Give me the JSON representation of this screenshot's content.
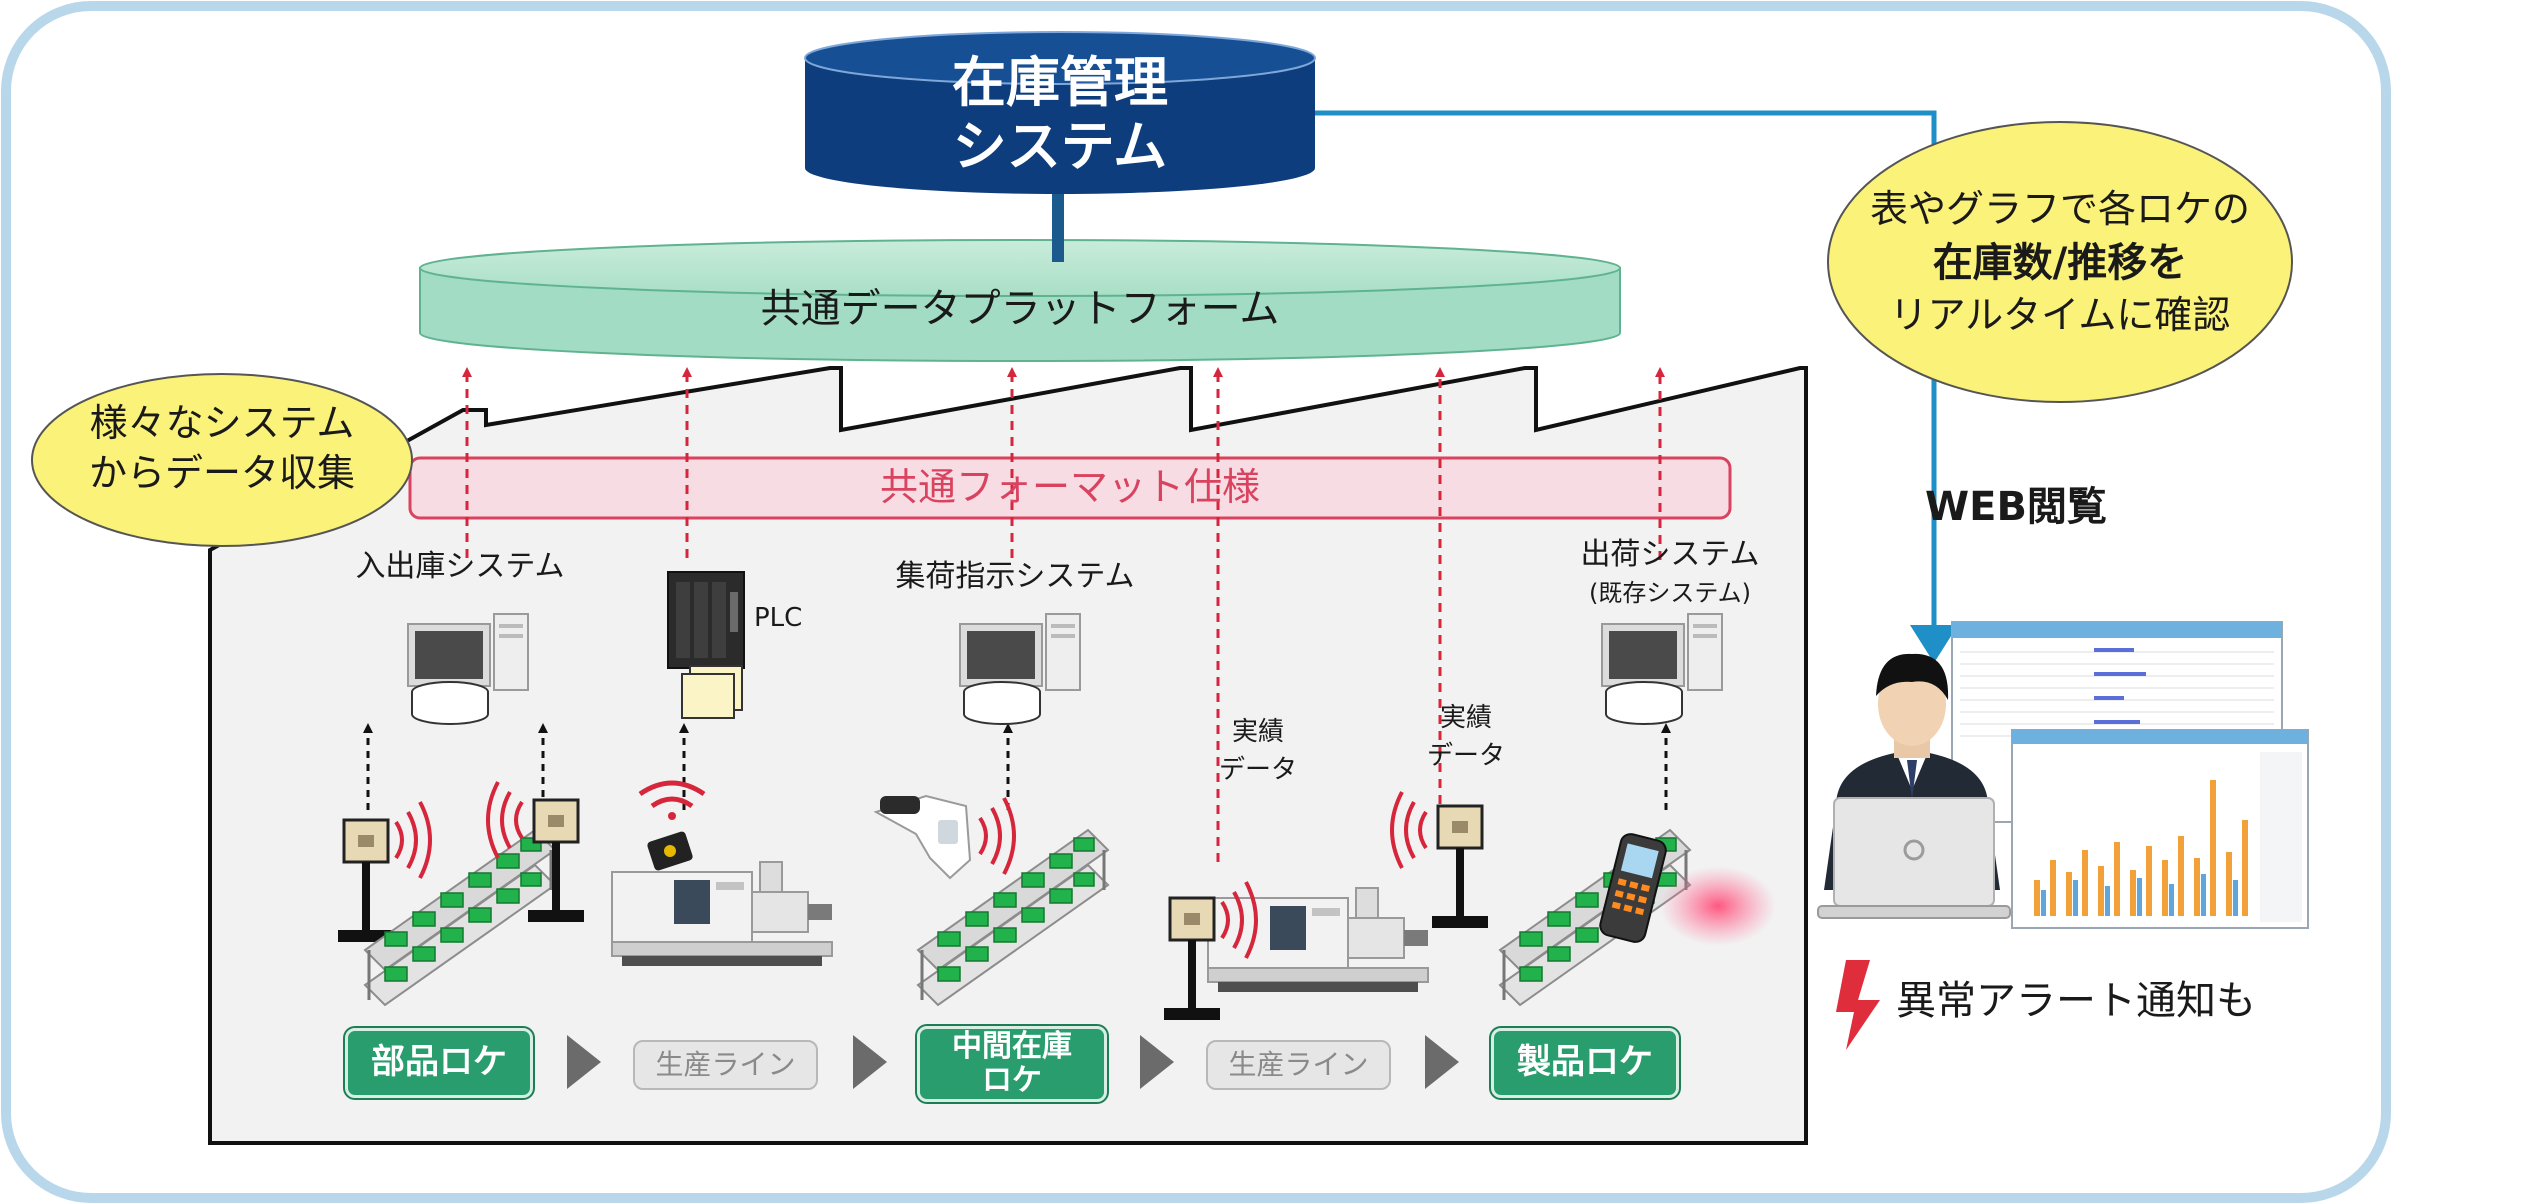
{
  "core": {
    "title_line1": "在庫管理",
    "title_line2": "システム"
  },
  "platform": {
    "label": "共通データプラットフォーム"
  },
  "format": {
    "label": "共通フォーマット仕様"
  },
  "bubbles": {
    "collect_line1": "様々なシステム",
    "collect_line2": "からデータ収集",
    "realtime_line1": "表やグラフで各ロケの",
    "realtime_line2": "在庫数/推移を",
    "realtime_line3": "リアルタイムに確認"
  },
  "systems": {
    "in_out": "入出庫システム",
    "plc": "PLC",
    "picking": "集荷指示システム",
    "shipping_line1": "出荷システム",
    "shipping_line2": "(既存システム)"
  },
  "results": [
    {
      "line1": "実績",
      "line2": "データ"
    },
    {
      "line1": "実績",
      "line2": "データ"
    }
  ],
  "flow": {
    "parts": "部品ロケ",
    "line_a": "生産ライン",
    "middle_line1": "中間在庫",
    "middle_line2": "ロケ",
    "line_b": "生産ライン",
    "product": "製品ロケ"
  },
  "web": {
    "label": "WEB閲覧"
  },
  "alert": {
    "label": "異常アラート通知も",
    "icon": "lightning-icon"
  },
  "colors": {
    "frame": "#b9d7ea",
    "core": "#0e3d7d",
    "platform": "#a2dcc4",
    "format_border": "#d9435f",
    "format_fill": "#f7dce4",
    "arrow_red": "#d5263c",
    "web_line": "#1f8fc7",
    "bubble": "#fbf27a",
    "button_green": "#2a9d6f"
  }
}
